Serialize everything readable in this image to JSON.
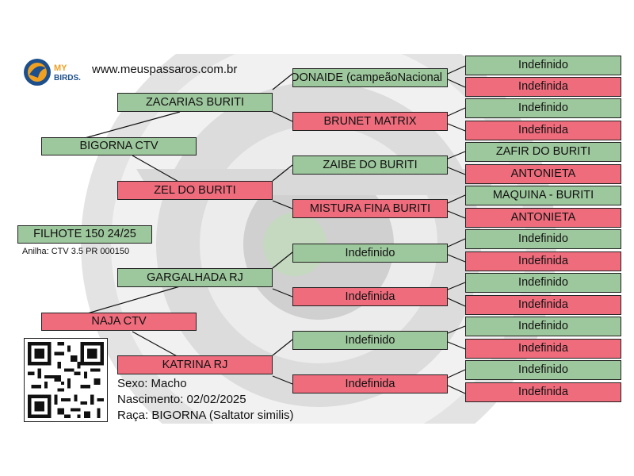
{
  "header": {
    "website": "www.meuspassaros.com.br",
    "brand_line1": "MY",
    "brand_line2": "BIRDS."
  },
  "bird": {
    "name": "FILHOTE 150 24/25",
    "ring": "Anilha: CTV 3.5 PR 000150",
    "sex": "Sexo: Macho",
    "birth": "Nascimento: 02/02/2025",
    "breed": "Raça: BIGORNA (Saltator similis)"
  },
  "parents": {
    "father": "BIGORNA CTV",
    "mother": "NAJA CTV"
  },
  "grandparents": {
    "paternal_grandfather": "ZACARIAS BURITI",
    "paternal_grandmother": "ZEL DO BURITI",
    "maternal_grandfather": "GARGALHADA RJ",
    "maternal_grandmother": "KATRINA RJ"
  },
  "great_grandparents": [
    "ZANDONAIDE (campeãoNacional",
    "BRUNET MATRIX",
    "ZAIBE DO BURITI",
    "MISTURA FINA BURITI",
    "Indefinido",
    "Indefinida",
    "Indefinido",
    "Indefinida"
  ],
  "great_great_grandparents": [
    "Indefinido",
    "Indefinida",
    "Indefinido",
    "Indefinida",
    "ZAFIR DO BURITI",
    "ANTONIETA",
    "MAQUINA - BURITI",
    "ANTONIETA",
    "Indefinido",
    "Indefinida",
    "Indefinido",
    "Indefinida",
    "Indefinido",
    "Indefinida",
    "Indefinido",
    "Indefinida"
  ],
  "colors": {
    "male": "#9dc79c",
    "female": "#ee6c7c",
    "watermark": "#d6d6d6",
    "logo_blue": "#1c4f8c",
    "logo_orange": "#f0a020"
  }
}
